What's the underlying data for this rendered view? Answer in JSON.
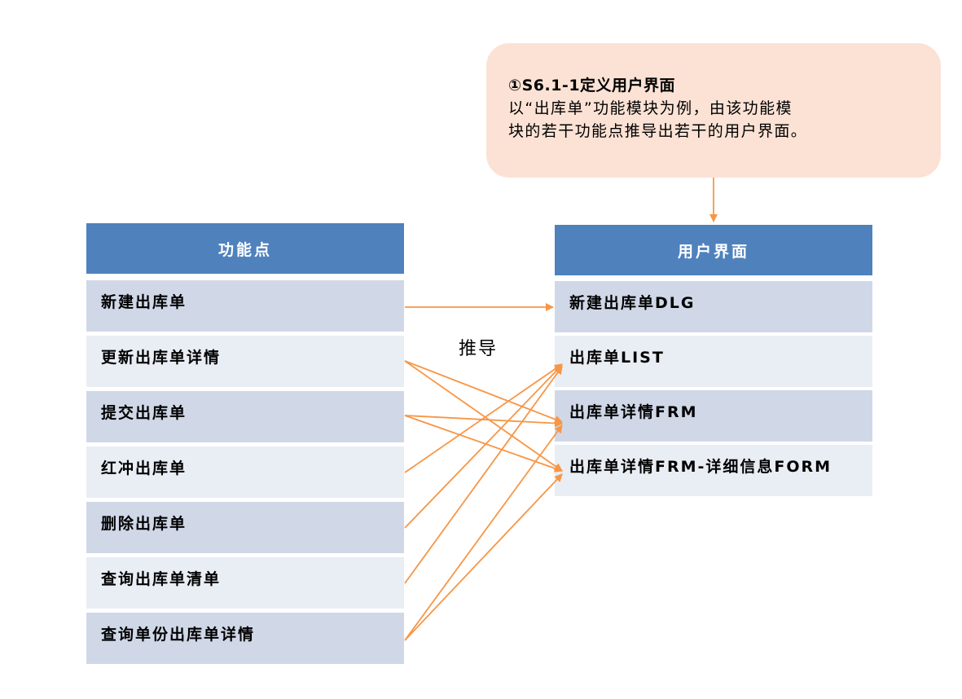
{
  "callout": {
    "line1": "①S6.1-1定义用户界面",
    "line2": "以“出库单”功能模块为例，由该功能模",
    "line3": "块的若干功能点推导出若干的用户界面。"
  },
  "left_table": {
    "header": "功能点",
    "rows": [
      "新建出库单",
      "更新出库单详情",
      "提交出库单",
      "红冲出库单",
      "删除出库单",
      "查询出库单清单",
      "查询单份出库单详情"
    ]
  },
  "right_table": {
    "header": "用户界面",
    "rows": [
      "新建出库单DLG",
      "出库单LIST",
      "出库单详情FRM",
      "出库单详情FRM-详细信息FORM"
    ]
  },
  "arrow_label": "推导",
  "colors": {
    "header": "#4f81bd",
    "row_dark": "#d0d8e8",
    "row_light": "#e9edf4",
    "callout": "#fbe2d5",
    "arrow": "#f79646"
  }
}
